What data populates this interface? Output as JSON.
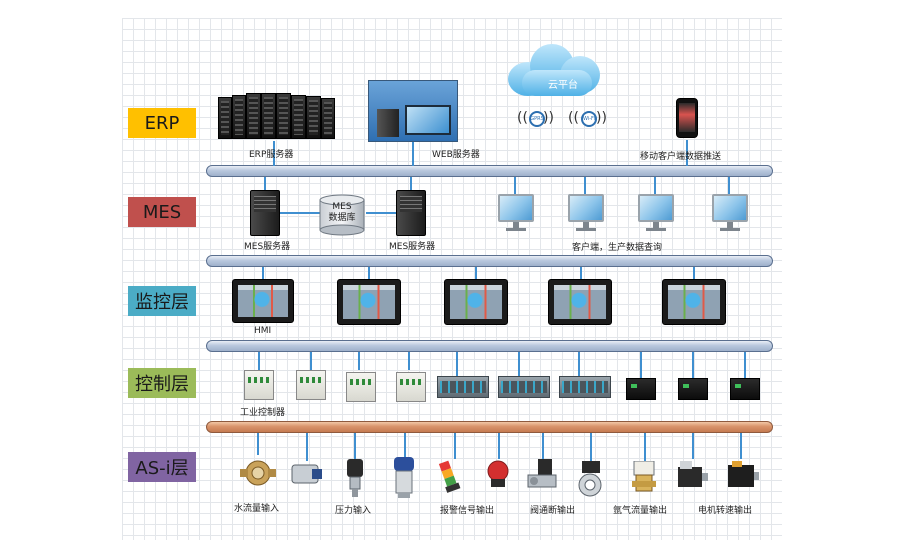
{
  "layers": [
    {
      "id": "erp",
      "label": "ERP",
      "color": "#ffc000"
    },
    {
      "id": "mes",
      "label": "MES",
      "color": "#c0504d"
    },
    {
      "id": "monitor",
      "label": "监控层",
      "color": "#4bacc6"
    },
    {
      "id": "control",
      "label": "控制层",
      "color": "#9bbb59"
    },
    {
      "id": "asi",
      "label": "AS-i层",
      "color": "#8064a2"
    }
  ],
  "cloud": {
    "label": "云平台",
    "gprs": "GPRS",
    "wifi": "Wi-Fi"
  },
  "database": {
    "line1": "MES",
    "line2": "数据库"
  },
  "captions": {
    "erp_server": "ERP服务器",
    "web_server": "WEB服务器",
    "mobile_push": "移动客户端数据推送",
    "mes_server_1": "MES服务器",
    "mes_server_2": "MES服务器",
    "client_query": "客户端，生产数据查询",
    "hmi": "HMI",
    "industrial_controller": "工业控制器",
    "water_flow_input": "水流量输入",
    "pressure_input": "压力输入",
    "alarm_output": "报警信号输出",
    "valve_output": "阀通断输出",
    "argon_output": "氩气流量输出",
    "motor_output": "电机转速输出"
  },
  "colors": {
    "bus_blue": "#b9c8de",
    "bus_orange": "#d9936a",
    "link": "#3f8fd0"
  }
}
